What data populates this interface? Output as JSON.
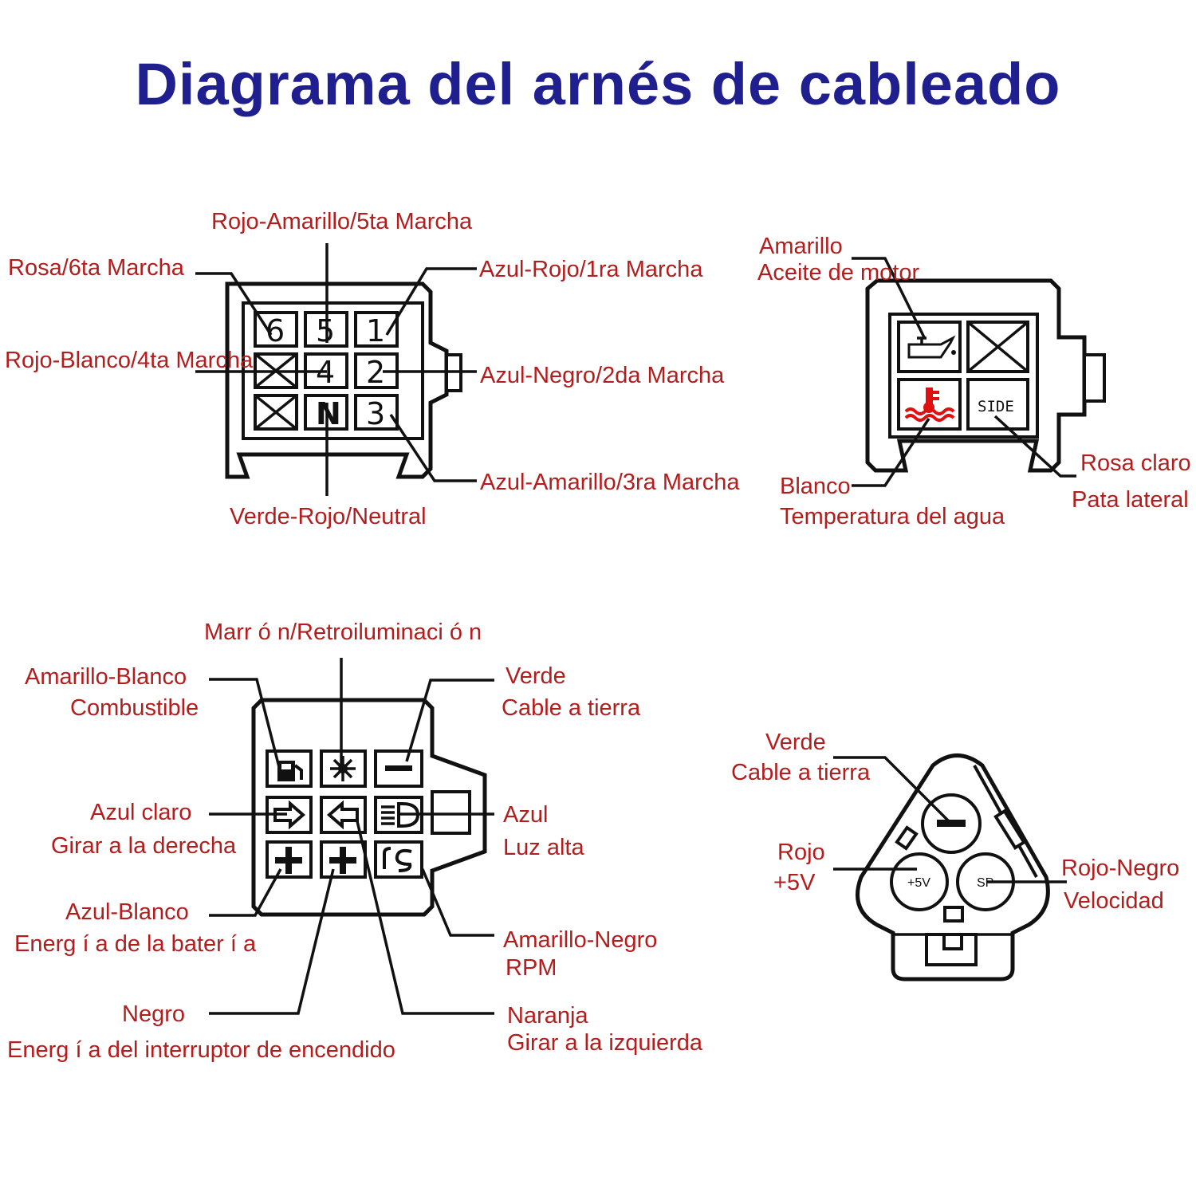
{
  "title": "Diagrama del arnés de cableado",
  "colors": {
    "title": "#1f1f8f",
    "label": "#b21d1d",
    "line": "#111111",
    "water_icon": "#e01010"
  },
  "gear_connector": {
    "pins": [
      "6",
      "5",
      "1",
      "4",
      "2",
      "N",
      "3"
    ],
    "labels": {
      "p5": "Rojo-Amarillo/5ta Marcha",
      "p6": "Rosa/6ta Marcha",
      "p1": "Azul-Rojo/1ra Marcha",
      "p4": "Rojo-Blanco/4ta Marcha",
      "p2": "Azul-Negro/2da Marcha",
      "p3": "Azul-Amarillo/3ra Marcha",
      "pn": "Verde-Rojo/Neutral"
    }
  },
  "sensor_connector": {
    "side_text": "SIDE",
    "labels": {
      "oil_color": "Amarillo",
      "oil_name": "Aceite de motor",
      "water_color": "Blanco",
      "water_name": "Temperatura del agua",
      "side_color": "Rosa claro",
      "side_name": "Pata lateral"
    }
  },
  "indicator_connector": {
    "labels": {
      "backlight": "Marr ó n/Retroiluminaci ó n",
      "fuel_color": "Amarillo-Blanco",
      "fuel_name": "Combustible",
      "ground_color": "Verde",
      "ground_name": "Cable a tierra",
      "right_color": "Azul claro",
      "right_name": "Girar a la derecha",
      "high_color": "Azul",
      "high_name": "Luz alta",
      "battery_color": "Azul-Blanco",
      "battery_name": "Energ í a de la bater í a",
      "rpm_color": "Amarillo-Negro",
      "rpm_name": "RPM",
      "ignition_color": "Negro",
      "ignition_name": "Energ í a del interruptor de encendido",
      "left_color": "Naranja",
      "left_name": "Girar a la izquierda"
    }
  },
  "speed_connector": {
    "pin_texts": {
      "plus5v": "+5V",
      "sp": "SP"
    },
    "labels": {
      "ground_color": "Verde",
      "ground_name": "Cable a tierra",
      "plus_color": "Rojo",
      "plus_value": "+5V",
      "speed_color": "Rojo-Negro",
      "speed_name": "Velocidad"
    }
  }
}
